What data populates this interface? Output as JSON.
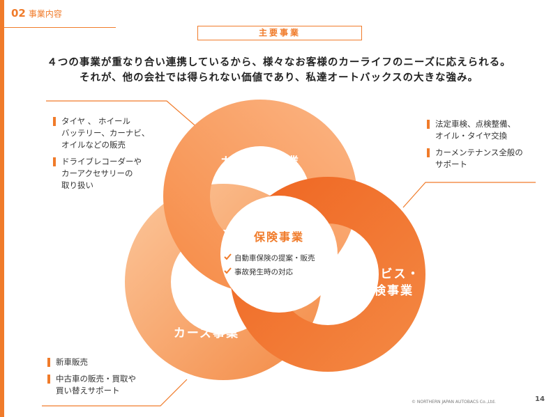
{
  "header": {
    "section_number": "02",
    "section_title": "事業内容",
    "main_label": "主要事業"
  },
  "headline": {
    "line1": "４つの事業が重なり合い連携しているから、様々なお客様のカーライフのニーズに応えられる。",
    "line2": "それが、他の会社では得られない価値であり、私達オートバックスの大きな強み。"
  },
  "businesses": {
    "car_goods": "カー用品事業",
    "service": [
      "サービス・",
      "車検事業"
    ],
    "cars": "カーズ事業",
    "insurance": {
      "title": "保険事業",
      "items": [
        "自動車保険の提案・販売",
        "事故発生時の対応"
      ]
    }
  },
  "notes": {
    "car_goods": [
      [
        "タイヤ 、 ホイール",
        "バッテリー、カーナビ、",
        "オイルなどの販売"
      ],
      [
        "ドライブレコーダーや",
        "カーアクセサリーの",
        "取り扱い"
      ]
    ],
    "service": [
      [
        "法定車検、点検整備、",
        "オイル・タイヤ交換"
      ],
      [
        "カーメンテナンス全般の",
        "サポート"
      ]
    ],
    "cars": [
      [
        "新車販売"
      ],
      [
        "中古車の販売・買取や",
        "買い替えサポート"
      ]
    ]
  },
  "footer": {
    "copyright": "© NORTHERN JAPAN AUTOBACS Co.,Ltd.",
    "page_number": "14"
  },
  "colors": {
    "accent": "#f07b2a",
    "ring_light": "#fbbd8c",
    "ring_dark": "#ee6a22"
  }
}
